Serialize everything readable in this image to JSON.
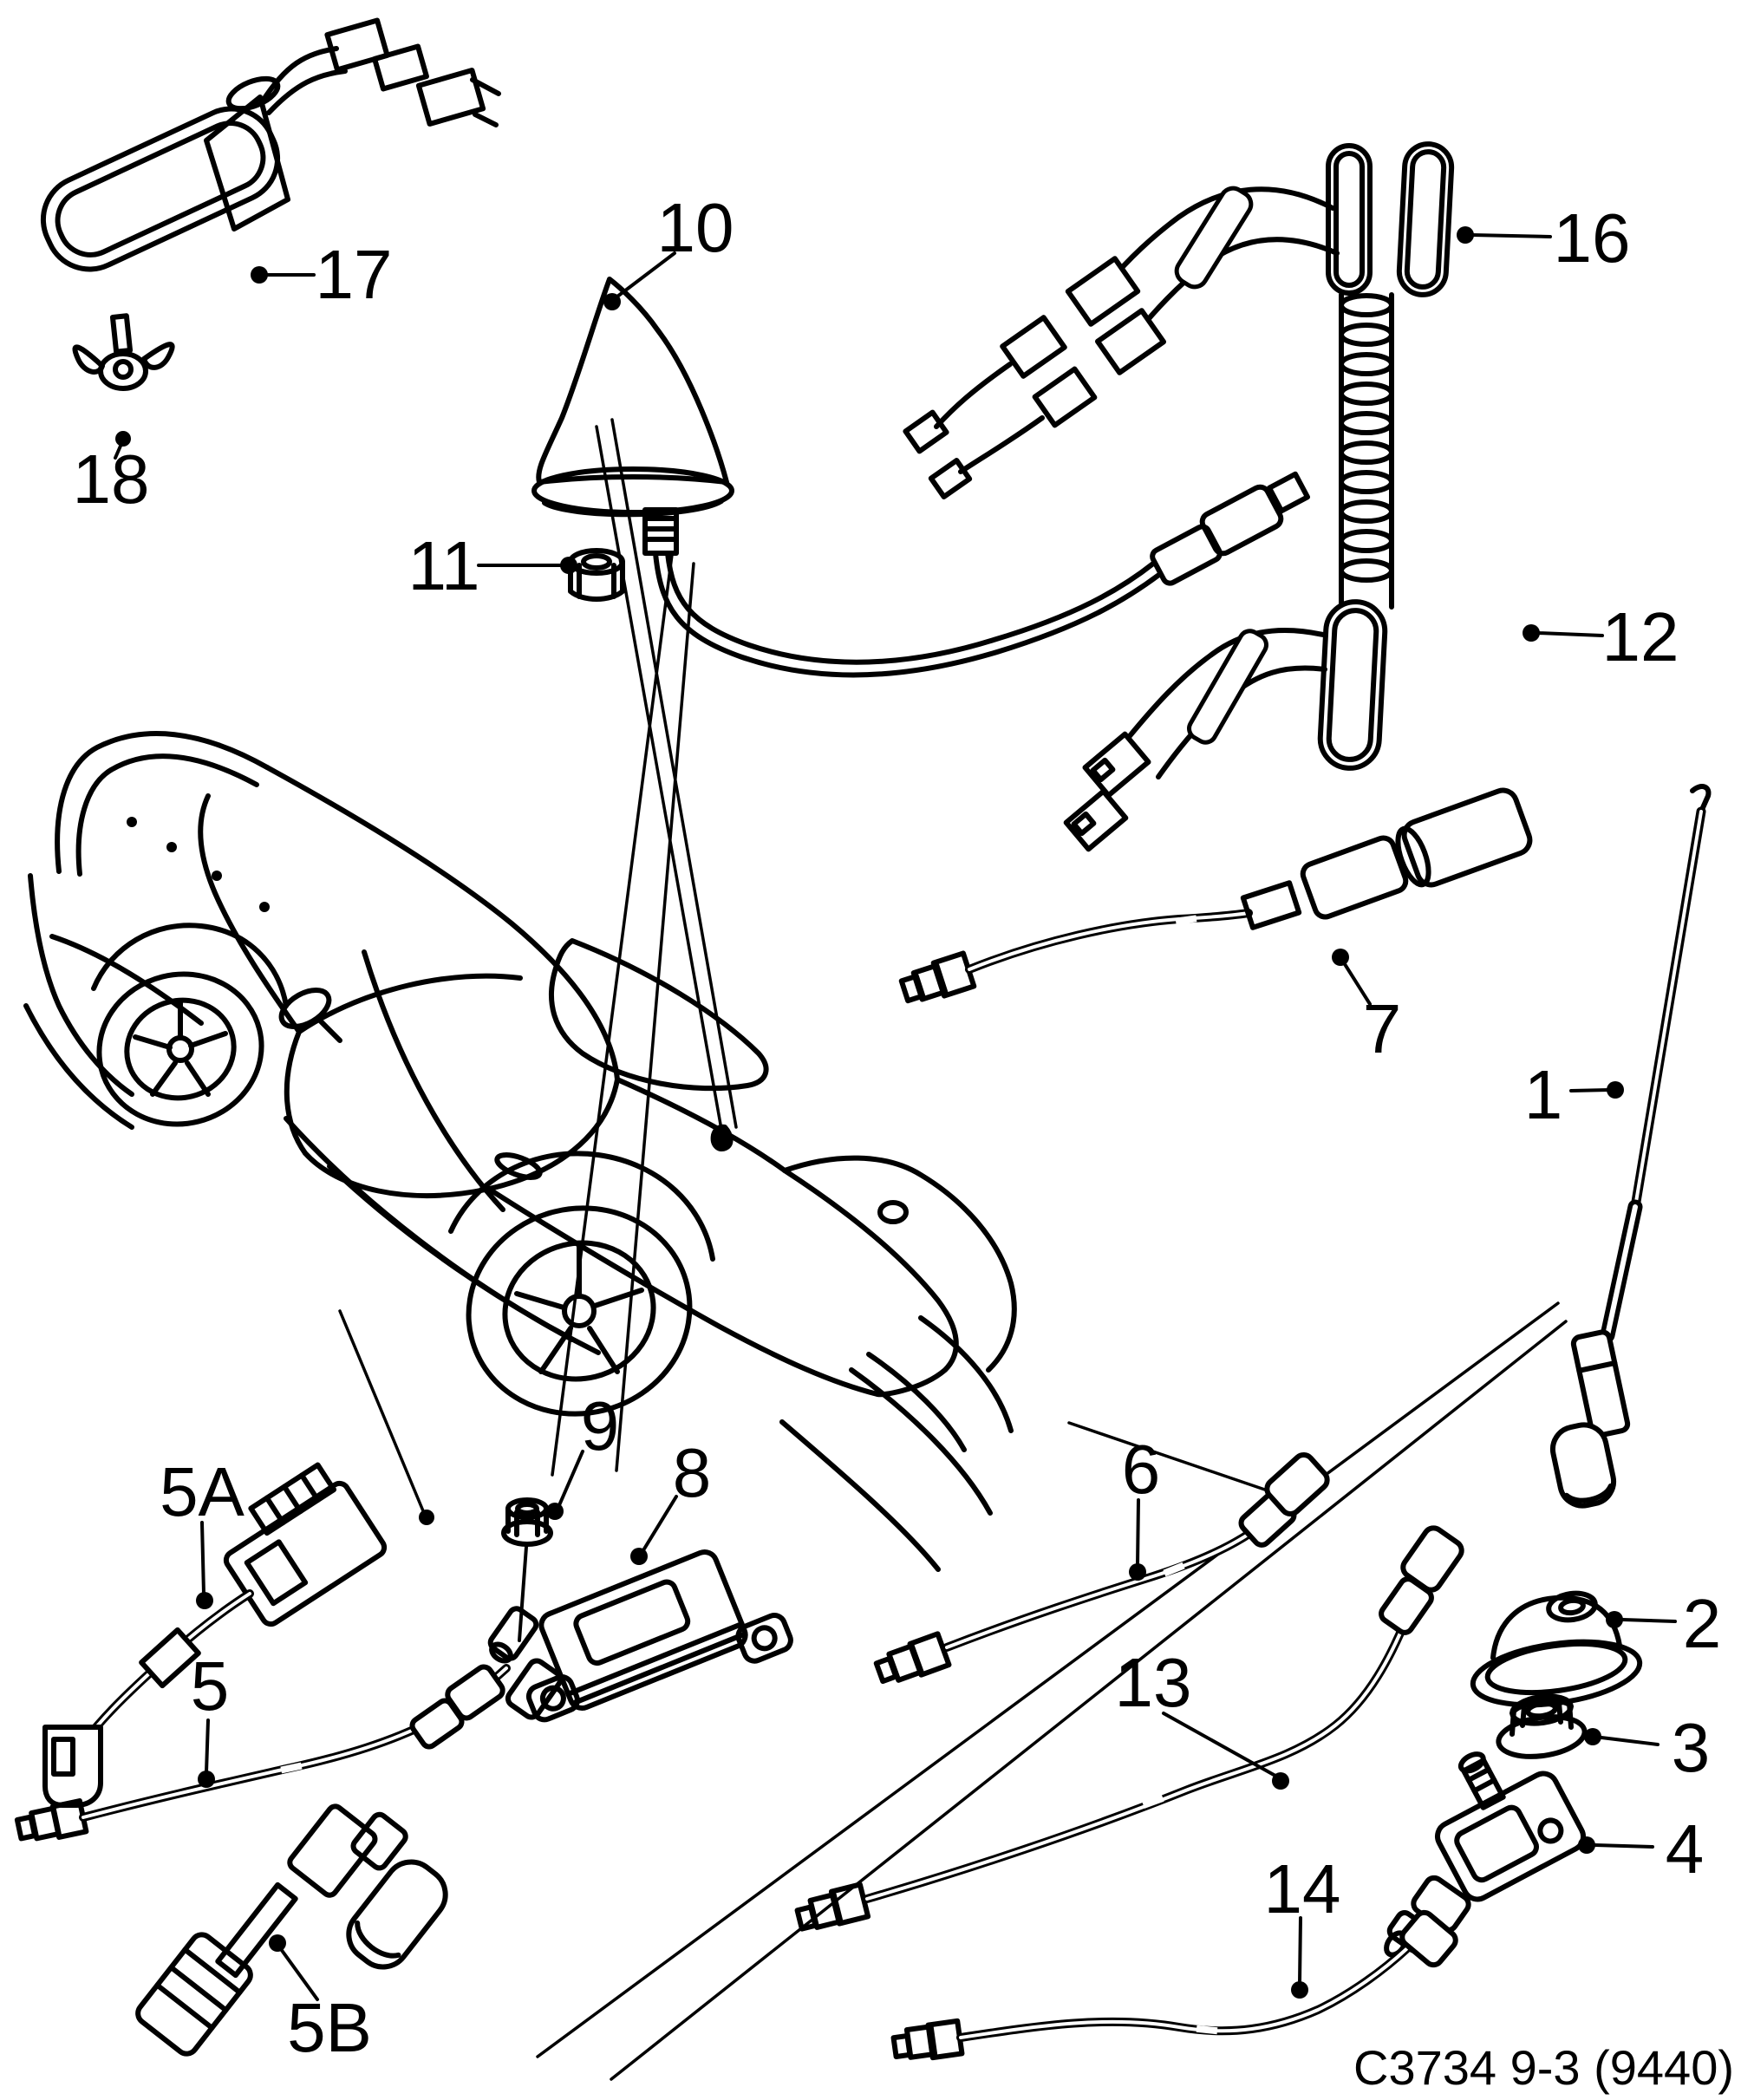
{
  "colors": {
    "ink": "#000000",
    "paper": "#ffffff"
  },
  "caption": "C3734 9-3 (9440)",
  "parts": [
    {
      "label": "1"
    },
    {
      "label": "2"
    },
    {
      "label": "3"
    },
    {
      "label": "4"
    },
    {
      "label": "5"
    },
    {
      "label": "5A"
    },
    {
      "label": "5B"
    },
    {
      "label": "6"
    },
    {
      "label": "7"
    },
    {
      "label": "8"
    },
    {
      "label": "9"
    },
    {
      "label": "10"
    },
    {
      "label": "11"
    },
    {
      "label": "12"
    },
    {
      "label": "13"
    },
    {
      "label": "14"
    },
    {
      "label": "16"
    },
    {
      "label": "17"
    },
    {
      "label": "18"
    }
  ]
}
